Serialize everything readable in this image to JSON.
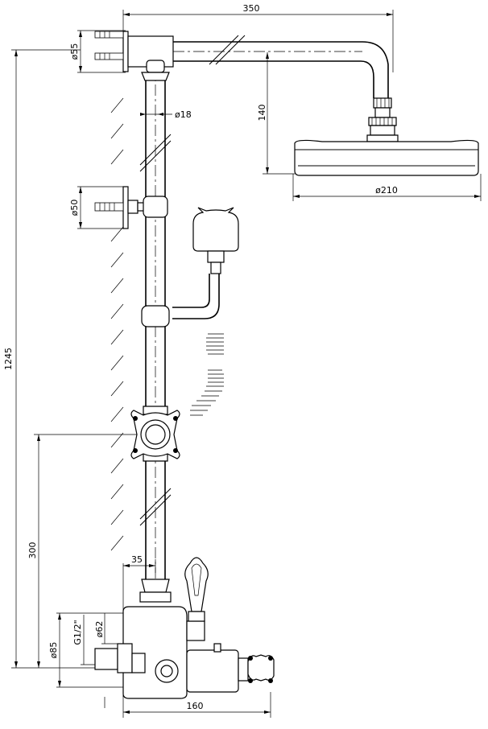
{
  "dimensions": {
    "width_top": "350",
    "height_total": "1245",
    "height_valve": "300",
    "width_valve": "160",
    "offset": "35",
    "head_drop": "140",
    "head_dia": "ø210",
    "wall_flange_top": "ø55",
    "wall_flange_mid": "ø50",
    "pipe_dia": "ø18",
    "inlet_thread": "G1/2\"",
    "inlet_dia": "ø62",
    "inlet_flange": "ø85"
  }
}
